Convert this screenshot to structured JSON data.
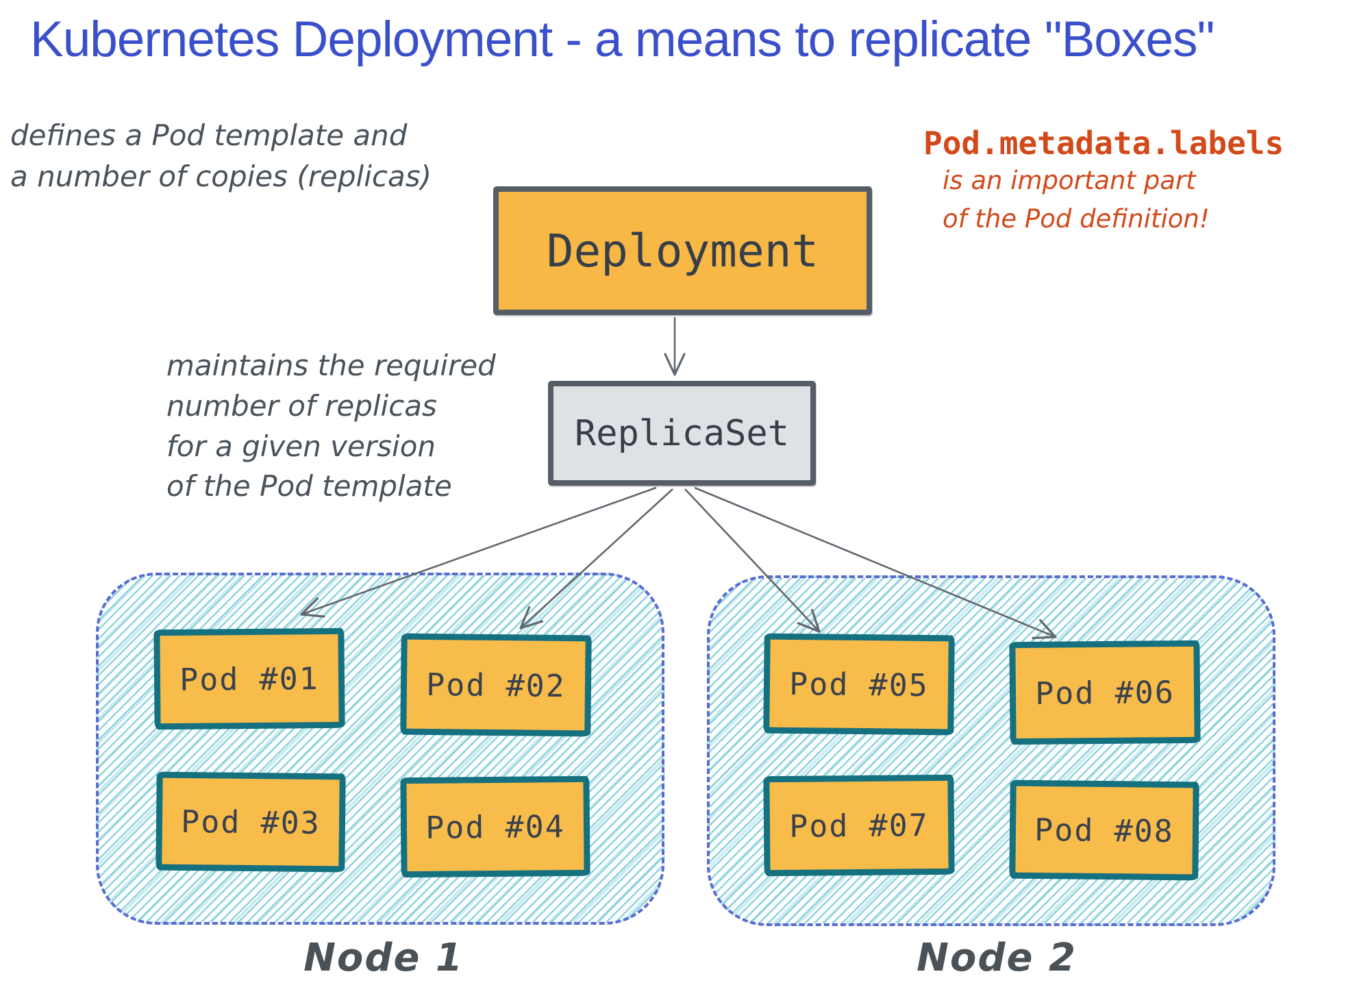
{
  "title": {
    "text": "Kubernetes Deployment - a means to replicate \"Boxes\""
  },
  "annotations": {
    "deployment_note": {
      "lines": [
        "defines a Pod template and",
        "a number of copies (replicas)"
      ]
    },
    "replicaset_note": {
      "lines": [
        "maintains the required",
        "number of replicas",
        "for a given version",
        "of the Pod template"
      ]
    },
    "labels_note": {
      "code": "Pod.metadata.labels",
      "lines": [
        "is an important part",
        "of the Pod definition!"
      ]
    }
  },
  "boxes": {
    "deployment": {
      "label": "Deployment"
    },
    "replicaset": {
      "label": "ReplicaSet"
    }
  },
  "nodes": [
    {
      "name": "Node 1",
      "pods": [
        "Pod #01",
        "Pod #02",
        "Pod #03",
        "Pod #04"
      ]
    },
    {
      "name": "Node 2",
      "pods": [
        "Pod #05",
        "Pod #06",
        "Pod #07",
        "Pod #08"
      ]
    }
  ],
  "colors": {
    "title_blue": "#3a4fca",
    "note_gray": "#49525a",
    "accent_orange": "#d2491a",
    "box_yellow": "#f8b845",
    "pod_yellow": "#f8bc4a",
    "box_gray_fill": "#dfe2e5",
    "box_border_dark": "#565d66",
    "pod_border_teal": "#15707f",
    "node_dash_blue": "#5a6ad0",
    "hatch_cyan": "#7ccbd8",
    "arrow_gray": "#60676e",
    "dark_text": "#363e4a"
  }
}
